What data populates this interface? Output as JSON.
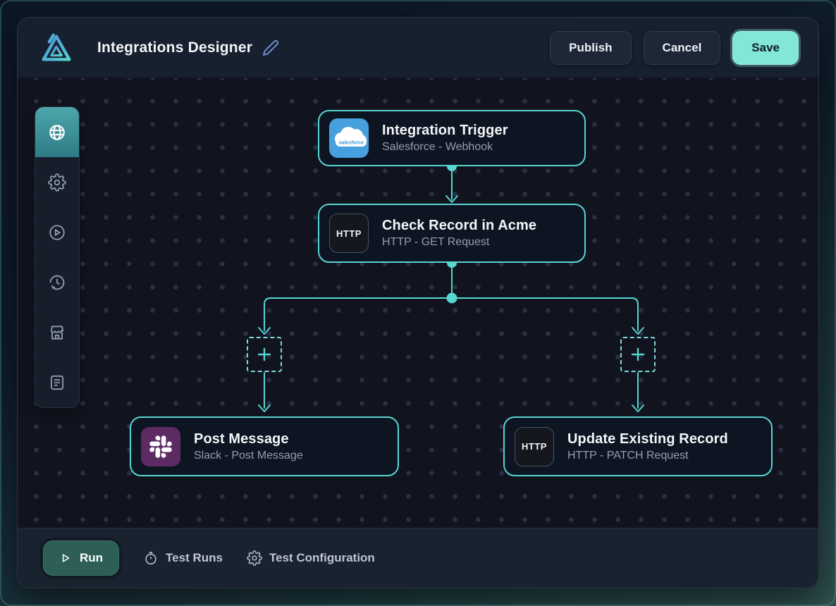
{
  "header": {
    "title": "Integrations Designer",
    "publish_label": "Publish",
    "cancel_label": "Cancel",
    "save_label": "Save"
  },
  "sidebar": {
    "items": [
      {
        "icon": "globe-icon",
        "active": true
      },
      {
        "icon": "settings-gear-icon",
        "active": false
      },
      {
        "icon": "play-circle-icon",
        "active": false
      },
      {
        "icon": "history-clock-icon",
        "active": false
      },
      {
        "icon": "marketplace-storefront-icon",
        "active": false
      },
      {
        "icon": "notes-document-icon",
        "active": false
      }
    ]
  },
  "canvas": {
    "nodes": {
      "trigger": {
        "title": "Integration Trigger",
        "subtitle": "Salesforce - Webhook",
        "icon": "salesforce-icon",
        "icon_text": "salesforce"
      },
      "check": {
        "title": "Check Record in Acme",
        "subtitle": "HTTP - GET Request",
        "icon": "http-icon",
        "icon_text": "HTTP"
      },
      "post": {
        "title": "Post Message",
        "subtitle": "Slack - Post Message",
        "icon": "slack-icon"
      },
      "update": {
        "title": "Update Existing Record",
        "subtitle": "HTTP - PATCH Request",
        "icon": "http-icon",
        "icon_text": "HTTP"
      }
    },
    "add_step_buttons": 2
  },
  "footer": {
    "run_label": "Run",
    "test_runs_label": "Test Runs",
    "test_configuration_label": "Test Configuration"
  },
  "colors": {
    "accent_teal": "#57d6d2",
    "save_button_bg": "#83e7d6",
    "run_button_bg": "#2d5f58",
    "salesforce_blue": "#47a0de",
    "slack_purple": "#5d2a62",
    "sidebar_active_teal": "#3f949c",
    "canvas_bg": "#11141f",
    "window_bg": "#18212f"
  }
}
